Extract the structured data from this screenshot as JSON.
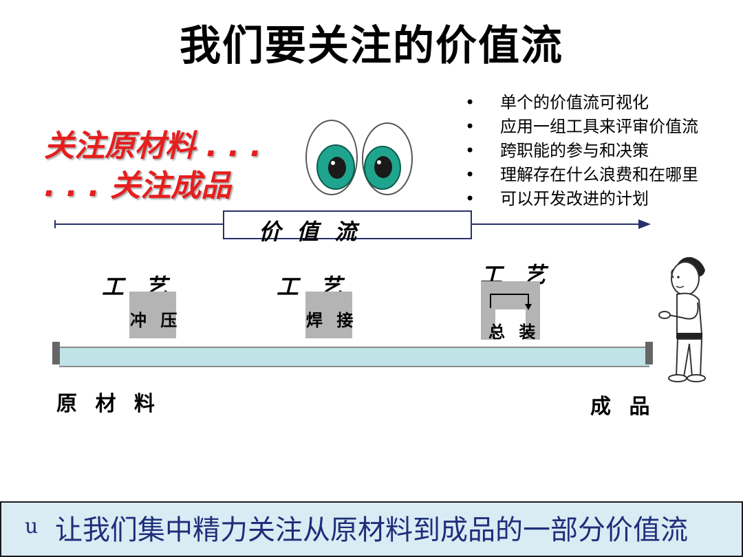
{
  "title": "我们要关注的价值流",
  "focus": {
    "line1": "关注原材料 . . .",
    "line2": ". . . 关注成品"
  },
  "bullets": [
    "单个的价值流可视化",
    "应用一组工具来评审价值流",
    "跨职能的参与和决策",
    "理解存在什么浪费和在哪里",
    "可以开发改进的计划"
  ],
  "bullet_symbol": "•",
  "value_stream_label": "价 值 流",
  "processes": [
    {
      "heading": "工 艺",
      "name": "冲 压"
    },
    {
      "heading": "工 艺",
      "name": "焊 接"
    },
    {
      "heading": "工 艺",
      "name": "总 装"
    }
  ],
  "start_label": "原 材 料",
  "end_label": "成 品",
  "footer": {
    "marker": "u",
    "text": "让我们集中精力关注从原材料到成品的一部分价值流"
  },
  "colors": {
    "title": "#000000",
    "focus_text": "#e61e1e",
    "arrow": "#27306b",
    "eye_iris": "#1fa58e",
    "process_box": "#b4b4b4",
    "conveyor": "#bfe3e6",
    "footer_bg": "#d9ecf4",
    "footer_text": "#1f2e7a"
  },
  "icons": [
    "eyes-illustration",
    "person-illustration",
    "loop-arrow-icon"
  ]
}
